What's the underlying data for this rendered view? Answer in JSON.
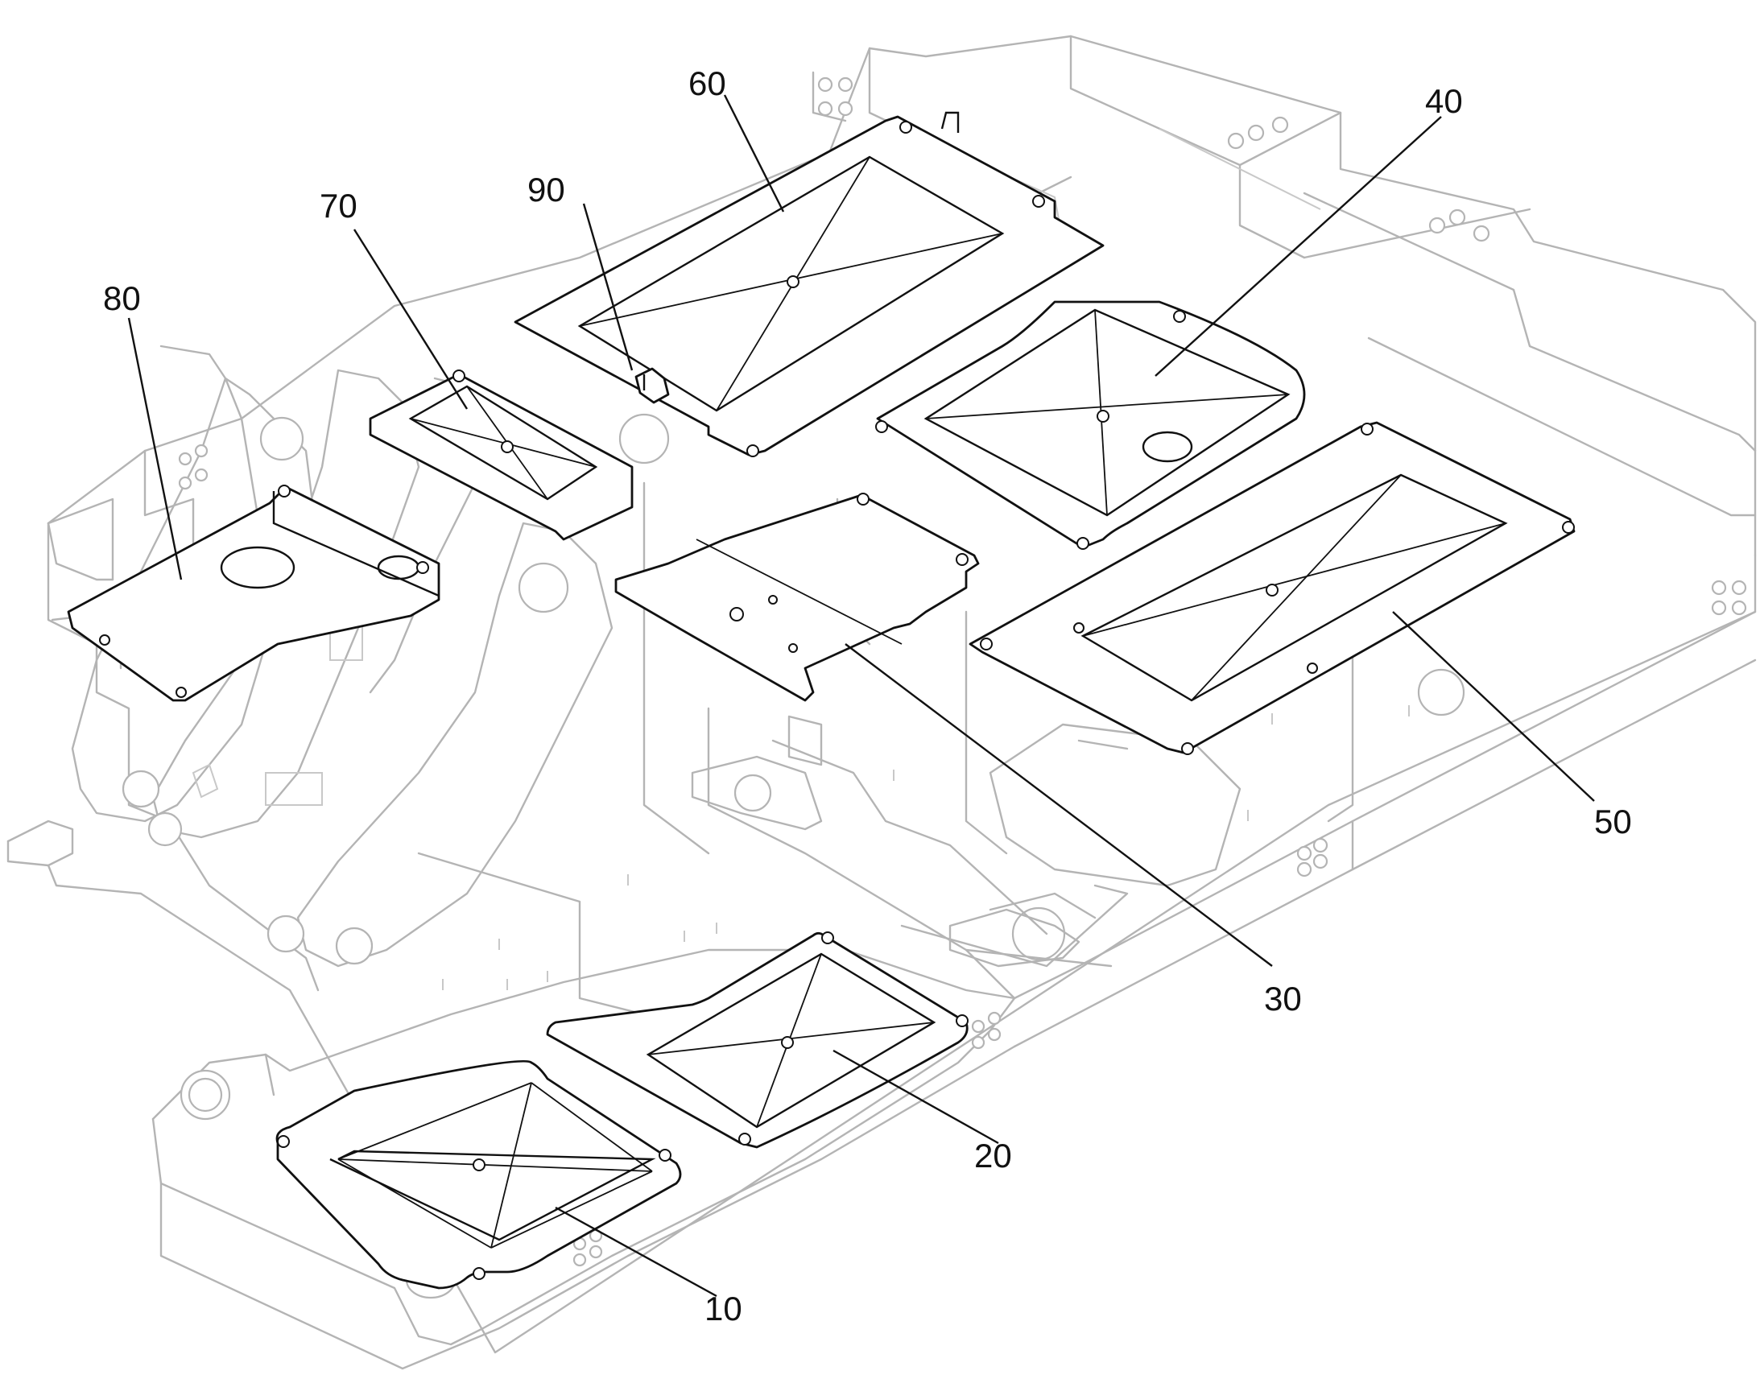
{
  "labels": {
    "l10": "10",
    "l20": "20",
    "l30": "30",
    "l40": "40",
    "l50": "50",
    "l60": "60",
    "l70": "70",
    "l80": "80",
    "l90": "90"
  }
}
